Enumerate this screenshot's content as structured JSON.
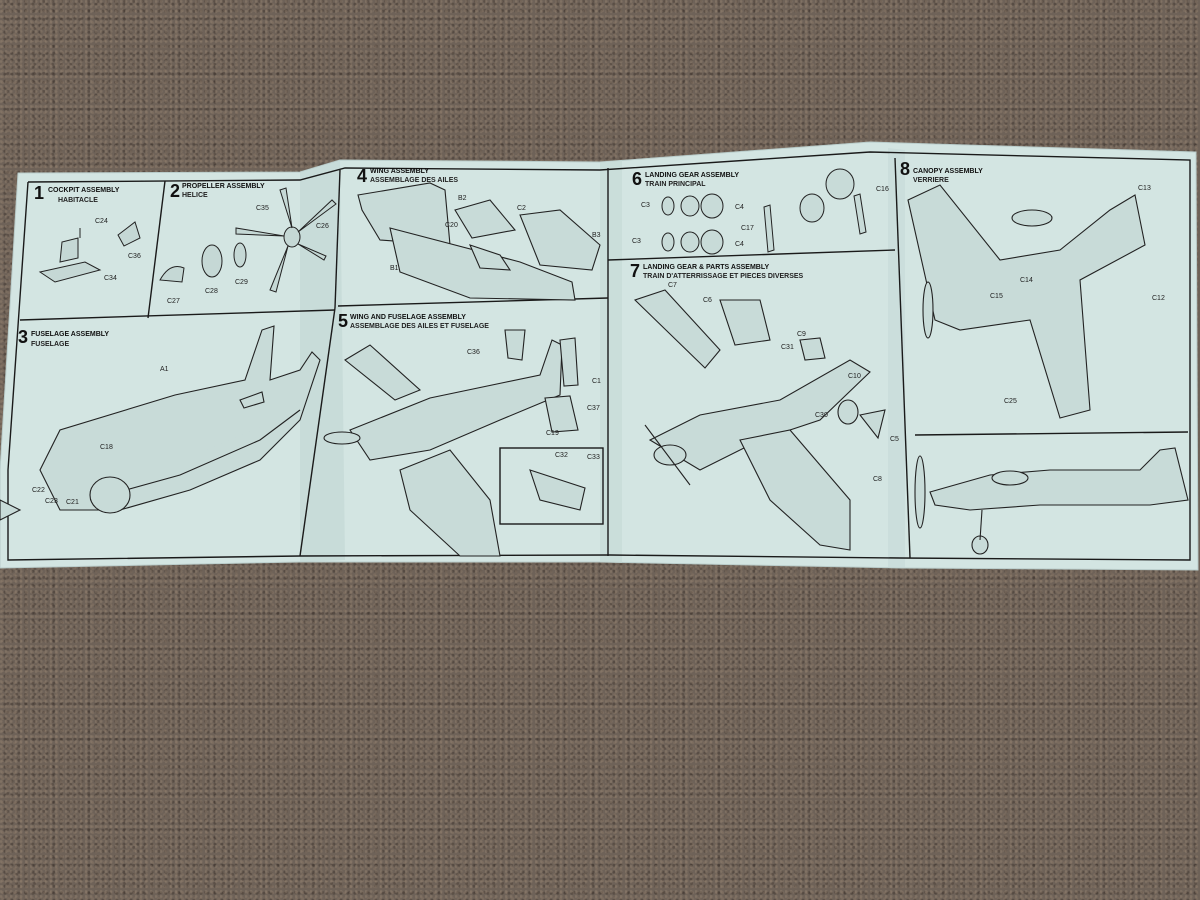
{
  "colors": {
    "paper": "#cfe2df",
    "ink": "#1a1a1a",
    "carpet": "#6e6258"
  },
  "steps": [
    {
      "num": "1",
      "title": "COCKPIT ASSEMBLY",
      "subtitle": "HABITACLE"
    },
    {
      "num": "2",
      "title": "PROPELLER ASSEMBLY",
      "subtitle": "HELICE"
    },
    {
      "num": "3",
      "title": "FUSELAGE ASSEMBLY",
      "subtitle": "FUSELAGE"
    },
    {
      "num": "4",
      "title": "WING ASSEMBLY",
      "subtitle": "ASSEMBLAGE DES AILES"
    },
    {
      "num": "5",
      "title": "WING AND FUSELAGE ASSEMBLY",
      "subtitle": "ASSEMBLAGE DES AILES ET FUSELAGE"
    },
    {
      "num": "6",
      "title": "LANDING GEAR ASSEMBLY",
      "subtitle": "TRAIN PRINCIPAL"
    },
    {
      "num": "7",
      "title": "LANDING GEAR & PARTS ASSEMBLY",
      "subtitle": "TRAIN D'ATTERRISSAGE ET PIECES DIVERSES"
    },
    {
      "num": "8",
      "title": "CANOPY ASSEMBLY",
      "subtitle": "VERRIERE"
    }
  ],
  "parts": {
    "s1": [
      "C24",
      "C36",
      "C34"
    ],
    "s2": [
      "C35",
      "C26",
      "C27",
      "C28",
      "C29"
    ],
    "s3": [
      "A1",
      "C18",
      "C22",
      "C23",
      "C21"
    ],
    "s4": [
      "B2",
      "C2",
      "C20",
      "B3",
      "B1"
    ],
    "s5": [
      "C36",
      "C1",
      "C37",
      "C19",
      "C32",
      "C33"
    ],
    "s6": [
      "C16",
      "C3",
      "C4",
      "C3",
      "C4",
      "C17"
    ],
    "s7": [
      "C7",
      "C6",
      "C9",
      "C31",
      "C10",
      "C30",
      "C5",
      "C8"
    ],
    "s8": [
      "C13",
      "C14",
      "C15",
      "C12",
      "C25"
    ]
  }
}
